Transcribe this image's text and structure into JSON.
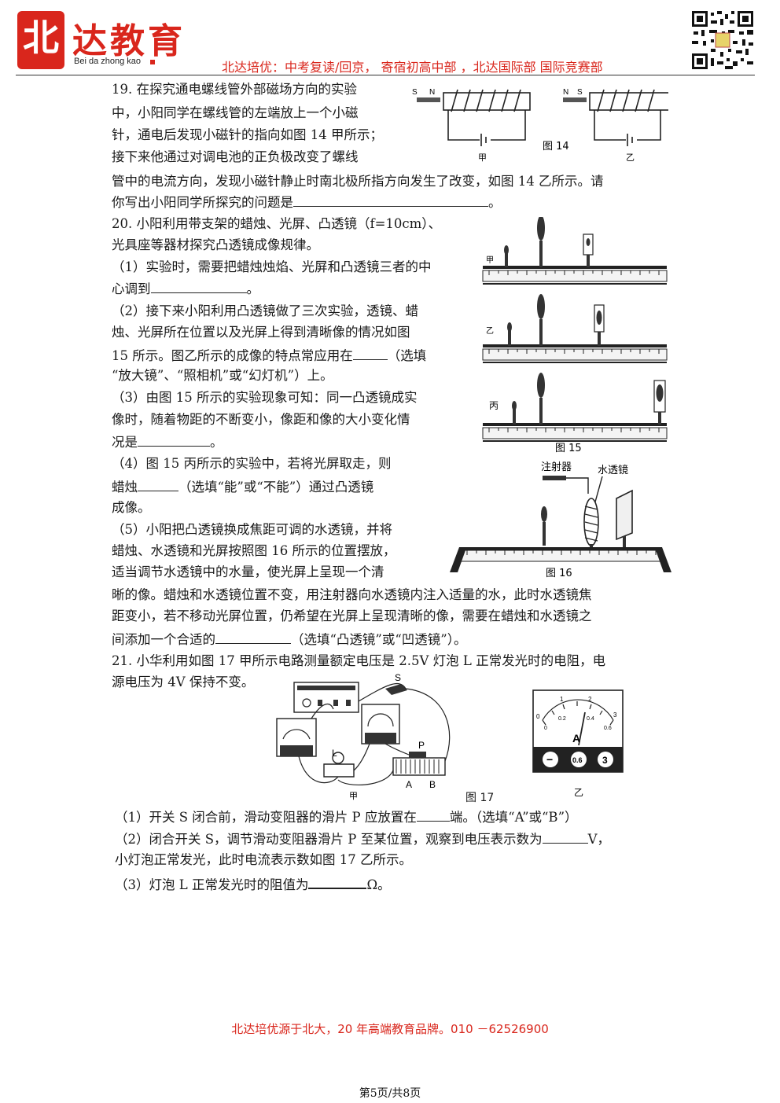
{
  "header": {
    "logo_char": "北",
    "brand": "达教育",
    "brand_sub": "Bei da zhong kao",
    "tagline": "北达培优：中考复读/回京， 寄宿初高中部 ，北达国际部 国际竞赛部"
  },
  "q19": {
    "lines": [
      "19. 在探究通电螺线管外部磁场方向的实验",
      "中，小阳同学在螺线管的左端放上一个小磁",
      "针，通电后发现小磁针的指向如图 14 甲所示；",
      "接下来他通过对调电池的正负极改变了螺线",
      "管中的电流方向，发现小磁针静止时南北极所指方向发生了改变，如图 14 乙所示。请",
      "你写出小阳同学所探究的问题是"
    ],
    "fig_caption": "图 14",
    "label_jia": "甲",
    "label_yi": "乙",
    "pole_s": "S",
    "pole_n": "N"
  },
  "q20": {
    "lines": [
      "20. 小阳利用带支架的蜡烛、光屏、凸透镜（f=10cm）、",
      "光具座等器材探究凸透镜成像规律。",
      "（1）实验时，需要把蜡烛烛焰、光屏和凸透镜三者的中",
      "心调到",
      "（2）接下来小阳利用凸透镜做了三次实验，透镜、蜡",
      "烛、光屏所在位置以及光屏上得到清晰像的情况如图",
      "15 所示。图乙所示的成像的特点常应用在",
      "“放大镜”、“照相机”或“幻灯机”）上。",
      "（3）由图 15 所示的实验现象可知：同一凸透镜成实",
      "像时，随着物距的不断变小，像距和像的大小变化情",
      "况是",
      "（4）图 15 丙所示的实验中，若将光屏取走，则",
      "蜡烛",
      "（选填“能”或“不能”）通过凸透镜",
      "成像。",
      "（5）小阳把凸透镜换成焦距可调的水透镜，并将",
      "蜡烛、水透镜和光屏按照图 16 所示的位置摆放，",
      "适当调节水透镜中的水量，使光屏上呈现一个清",
      "晰的像。蜡烛和水透镜位置不变，用注射器向水透镜内注入适量的水，此时水透镜焦",
      "距变小，若不移动光屏位置，仍希望在光屏上呈现清晰的像，需要在蜡烛和水透镜之",
      "间添加一个合适的",
      "（选填“凸透镜”或“凹透镜”）。"
    ],
    "fill_tail": "（选填",
    "fig15_caption": "图 15",
    "fig15_labels": [
      "甲",
      "乙",
      "丙"
    ],
    "fig16_caption": "图 16",
    "fig16_syringe": "注射器",
    "fig16_lens": "水透镜"
  },
  "q21": {
    "lines": [
      "21. 小华利用如图 17 甲所示电路测量额定电压是 2.5V 灯泡 L 正常发光时的电阻，电",
      "源电压为 4V 保持不变。",
      "（1）开关 S 闭合前，滑动变阻器的滑片 P 应放置在",
      "端。（选填“A”或“B”）",
      "（2）闭合开关 S，调节滑动变阻器滑片 P 至某位置，观察到电压表示数为",
      "V，",
      "小灯泡正常发光，此时电流表示数如图 17 乙所示。",
      "（3）灯泡 L 正常发光时的阻值为",
      "Ω。"
    ],
    "fig17_caption": "图 17",
    "fig17_jia": "甲",
    "fig17_yi": "乙",
    "labels": {
      "s": "S",
      "p": "P",
      "l": "L",
      "a": "A",
      "b": "B"
    },
    "ammeter": {
      "unit": "A",
      "term_minus": "−",
      "term_06": "0.6",
      "term_3": "3",
      "scale_top": [
        "0",
        "1",
        "2",
        "3"
      ],
      "scale_bottom": [
        "0",
        "0.2",
        "0.4",
        "0.6"
      ]
    }
  },
  "footer": {
    "text": "北达培优源于北大，20 年高端教育品牌。010 －62526900",
    "page": "第5页/共8页"
  }
}
